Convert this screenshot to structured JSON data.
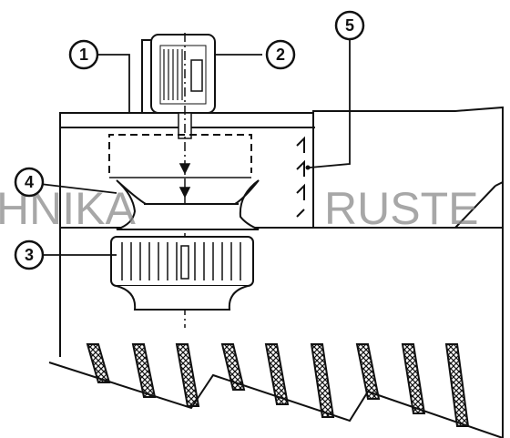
{
  "callouts": [
    {
      "id": "1",
      "label": "1"
    },
    {
      "id": "2",
      "label": "2"
    },
    {
      "id": "3",
      "label": "3"
    },
    {
      "id": "4",
      "label": "4"
    },
    {
      "id": "5",
      "label": "5"
    }
  ],
  "watermark": {
    "left": "HNIKA",
    "right": "RUSTE"
  }
}
